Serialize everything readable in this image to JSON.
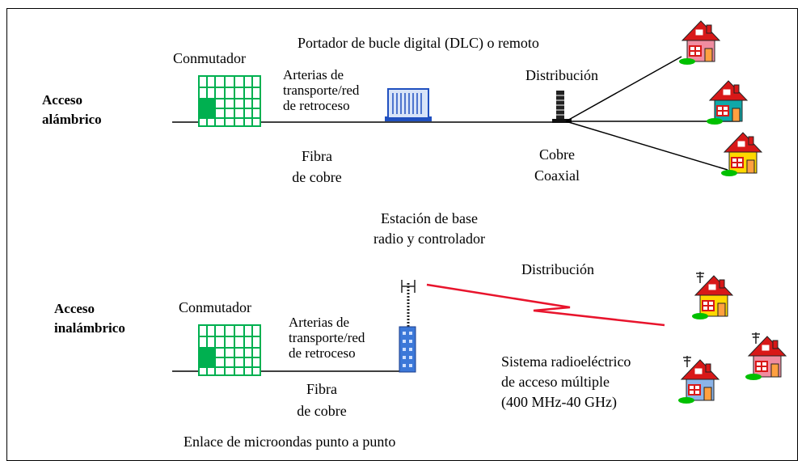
{
  "wired": {
    "section_label": "Acceso\nalámbrico",
    "dlc_label": "Portador de bucle digital (DLC) o remoto",
    "switch_label": "Conmutador",
    "trunks_label": "Arterias de\ntransporte/red\nde retroceso",
    "distribution_label": "Distribución",
    "fiber_label": "Fibra\nde cobre",
    "copper_label": "Cobre\nCoaxial"
  },
  "wireless": {
    "section_label": "Acceso\ninalámbrico",
    "base_station_label": "Estación de base\nradio y controlador",
    "distribution_label": "Distribución",
    "switch_label": "Conmutador",
    "trunks_label": "Arterias de\ntransporte/red\nde retroceso",
    "fiber_label": "Fibra\nde cobre",
    "radio_system_label": "Sistema radioeléctrico\nde acceso múltiple\n(400 MHz-40 GHz)",
    "microwave_label": "Enlace de microondas punto a punto"
  },
  "colors": {
    "switch_green": "#00b050",
    "radio_red": "#e8142c",
    "house_pink": "#f08ca0",
    "house_teal": "#10a8a8",
    "house_yellow": "#ffd800",
    "house_blue": "#8cb4e8",
    "roof_red": "#d81818",
    "tower_blue": "#3c78d8"
  }
}
